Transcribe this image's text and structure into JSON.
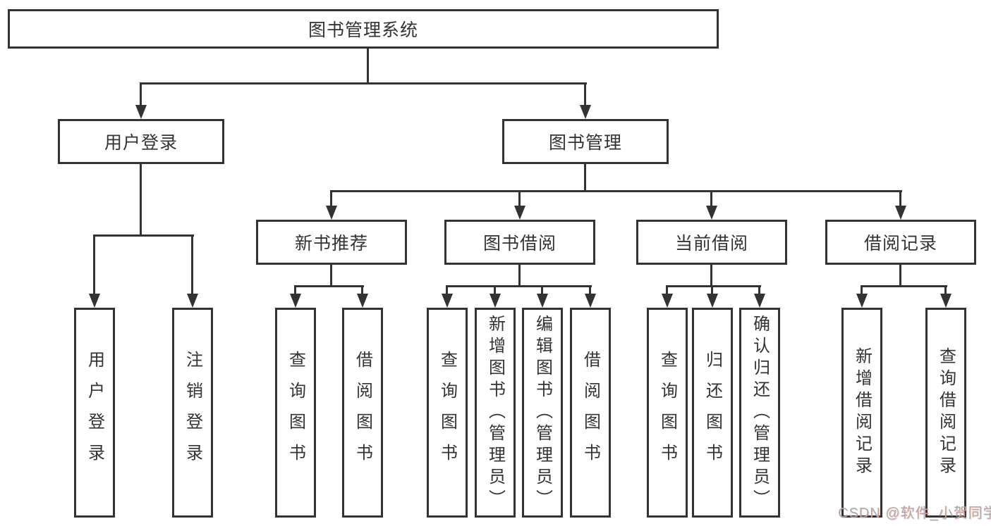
{
  "diagram": {
    "root": {
      "label": "图书管理系统"
    },
    "level2": [
      {
        "label": "用户登录"
      },
      {
        "label": "图书管理"
      }
    ],
    "level3": [
      {
        "label": "新书推荐"
      },
      {
        "label": "图书借阅"
      },
      {
        "label": "当前借阅"
      },
      {
        "label": "借阅记录"
      }
    ],
    "leaves": {
      "user_login": [
        {
          "label": "用户登录"
        },
        {
          "label": "注销登录"
        }
      ],
      "new_book_recommend": [
        {
          "label": "查询图书"
        },
        {
          "label": "借阅图书"
        }
      ],
      "book_borrow": [
        {
          "label": "查询图书"
        },
        {
          "label": "新增图书（管理员）"
        },
        {
          "label": "编辑图书（管理员）"
        },
        {
          "label": "借阅图书"
        }
      ],
      "current_borrow": [
        {
          "label": "查询图书"
        },
        {
          "label": "归还图书"
        },
        {
          "label": "确认归还（管理员）"
        }
      ],
      "borrow_records": [
        {
          "label": "新增借阅记录"
        },
        {
          "label": "查询借阅记录"
        }
      ]
    },
    "watermark": "CSDN @软件_小贺同学",
    "colors": {
      "line": "#333333",
      "text": "#333333",
      "watermark_gray": "#aaadb2",
      "watermark_accent": "#fc5531",
      "background": "#ffffff"
    }
  }
}
